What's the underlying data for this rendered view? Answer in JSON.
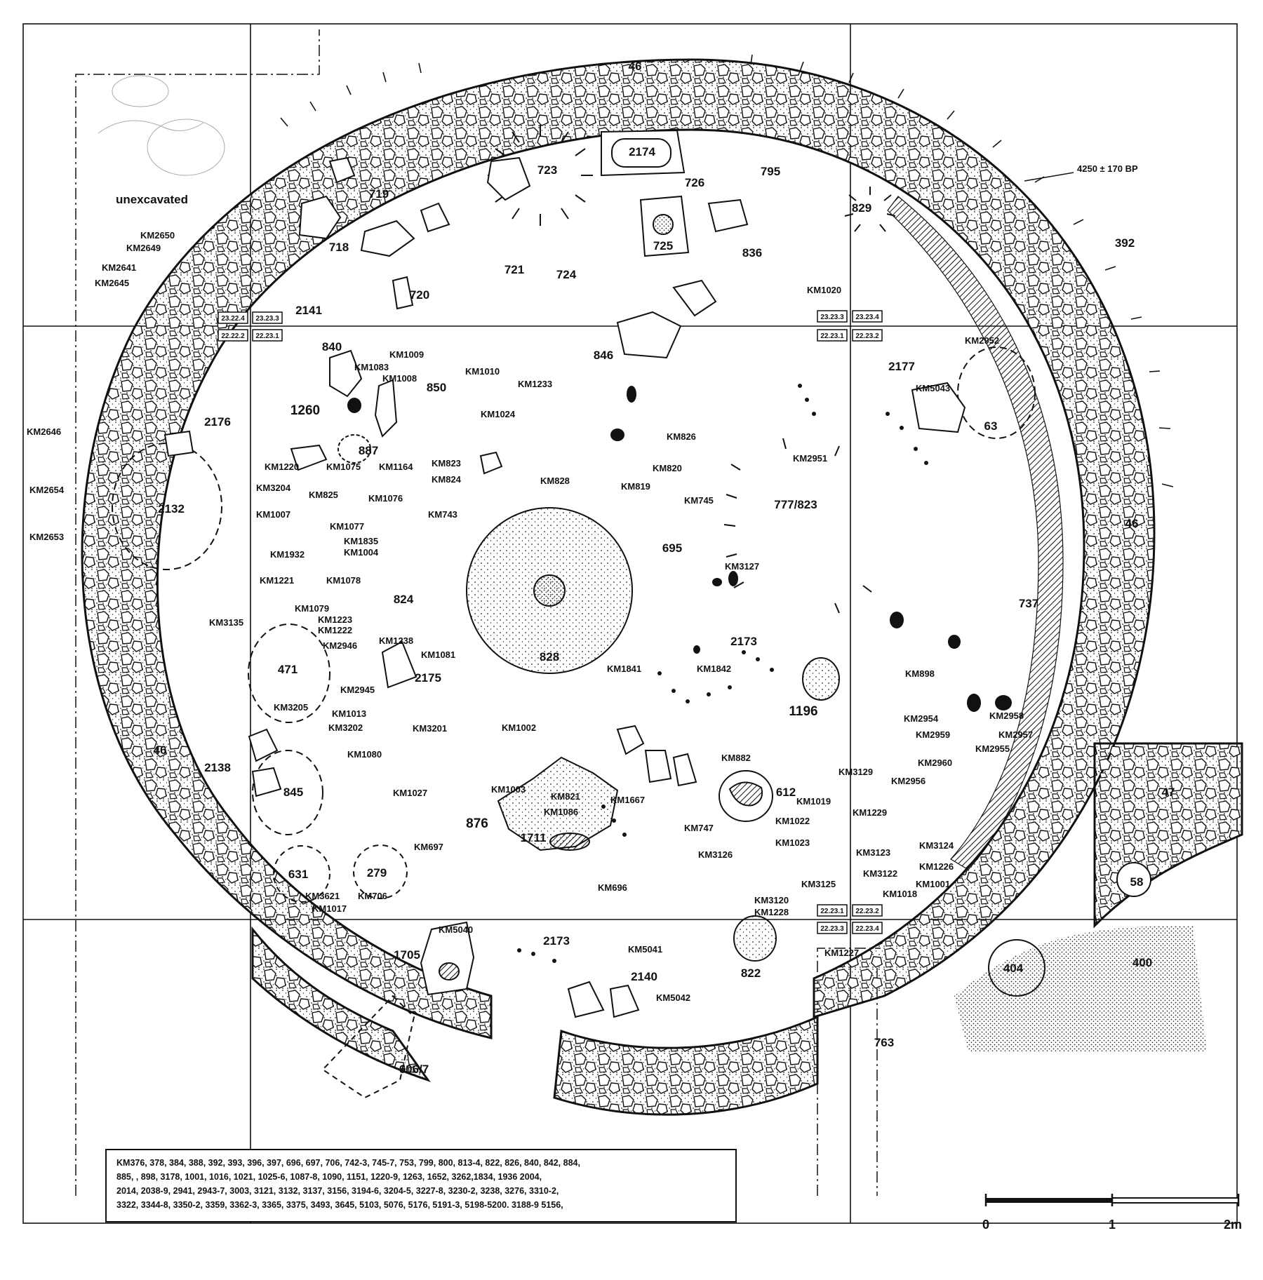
{
  "map": {
    "unexcavated_label": "unexcavated",
    "date_label": "4250 ± 170 BP",
    "feature_labels": [
      "46",
      "46",
      "46",
      "47",
      "2174",
      "723",
      "726",
      "795",
      "719",
      "718",
      "725",
      "836",
      "829",
      "392",
      "721",
      "724",
      "720",
      "2141",
      "840",
      "846",
      "850",
      "2177",
      "63",
      "1260",
      "2176",
      "887",
      "2132",
      "777/823",
      "695",
      "46",
      "737",
      "824",
      "828",
      "471",
      "2175",
      "2173",
      "1196",
      "2138",
      "845",
      "876",
      "1711",
      "612",
      "631",
      "279",
      "58",
      "1705",
      "2173",
      "822",
      "2140",
      "404",
      "400",
      "606/7",
      "763"
    ],
    "km_labels": [
      "KM2650",
      "KM2649",
      "KM2641",
      "KM2645",
      "KM1020",
      "KM2952",
      "KM1009",
      "KM1083",
      "KM1008",
      "KM1010",
      "KM1233",
      "KM1024",
      "KM5043",
      "KM2646",
      "KM826",
      "KM2951",
      "KM1220",
      "KM1075",
      "KM1164",
      "KM823",
      "KM824",
      "KM820",
      "KM819",
      "KM828",
      "KM2654",
      "KM3204",
      "KM825",
      "KM1076",
      "KM745",
      "KM743",
      "KM1007",
      "KM1077",
      "KM1835",
      "KM1004",
      "KM2653",
      "KM1932",
      "KM3127",
      "KM1221",
      "KM1078",
      "KM1079",
      "KM3135",
      "KM1223",
      "KM1222",
      "KM1238",
      "KM2946",
      "KM1081",
      "KM1841",
      "KM1842",
      "KM898",
      "KM2945",
      "KM3205",
      "KM1013",
      "KM3202",
      "KM3201",
      "KM1002",
      "KM2954",
      "KM2958",
      "KM2959",
      "KM2957",
      "KM2955",
      "KM1080",
      "KM882",
      "KM2960",
      "KM2956",
      "KM3129",
      "KM1027",
      "KM1003",
      "KM821",
      "KM1667",
      "KM1019",
      "KM1086",
      "KM1229",
      "KM1022",
      "KM747",
      "KM1023",
      "KM697",
      "KM3126",
      "KM3123",
      "KM3124",
      "KM1226",
      "KM3122",
      "KM1001",
      "KM696",
      "KM3125",
      "KM1018",
      "KM3621",
      "KM706",
      "KM3120",
      "KM1228",
      "KM1017",
      "KM5040",
      "KM5041",
      "KM1227",
      "KM5042"
    ],
    "grid_boxes": [
      "23.22.4",
      "23.23.3",
      "22.22.2",
      "22.23.1",
      "23.23.3",
      "23.23.4",
      "22.23.1",
      "22.23.2",
      "22.23.1",
      "22.23.2",
      "22.23.3",
      "22.23.4"
    ]
  },
  "legend": {
    "lines": [
      "KM376, 378, 384, 388, 392, 393, 396, 397, 696, 697, 706, 742-3, 745-7, 753, 799, 800, 813-4, 822, 826, 840, 842, 884,",
      "885,       , 898, 3178, 1001, 1016, 1021, 1025-6, 1087-8, 1090, 1151, 1220-9, 1263, 1652, 3262,1834, 1936  2004,",
      "2014, 2038-9, 2941, 2943-7, 3003, 3121, 3132, 3137, 3156, 3194-6, 3204-5, 3227-8, 3230-2, 3238, 3276, 3310-2,",
      "3322, 3344-8, 3350-2, 3359, 3362-3, 3365, 3375, 3493, 3645, 5103, 5076, 5176, 5191-3, 5198-5200. 3188-9  5156,"
    ]
  },
  "scale": {
    "ticks": [
      "0",
      "1",
      "2m"
    ]
  }
}
